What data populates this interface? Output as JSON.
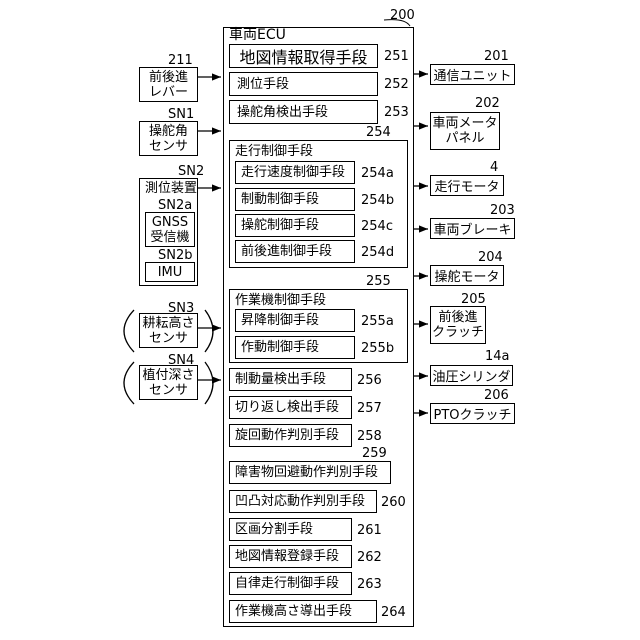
{
  "ecu": {
    "title": "車両ECU",
    "ref": "200"
  },
  "modules": {
    "m251": {
      "label": "地図情報取得手段",
      "ref": "251"
    },
    "m252": {
      "label": "測位手段",
      "ref": "252"
    },
    "m253": {
      "label": "操舵角検出手段",
      "ref": "253"
    },
    "m254": {
      "label": "走行制御手段",
      "ref": "254"
    },
    "m254a": {
      "label": "走行速度制御手段",
      "ref": "254a"
    },
    "m254b": {
      "label": "制動制御手段",
      "ref": "254b"
    },
    "m254c": {
      "label": "操舵制御手段",
      "ref": "254c"
    },
    "m254d": {
      "label": "前後進制御手段",
      "ref": "254d"
    },
    "m255": {
      "label": "作業機制御手段",
      "ref": "255"
    },
    "m255a": {
      "label": "昇降制御手段",
      "ref": "255a"
    },
    "m255b": {
      "label": "作動制御手段",
      "ref": "255b"
    },
    "m256": {
      "label": "制動量検出手段",
      "ref": "256"
    },
    "m257": {
      "label": "切り返し検出手段",
      "ref": "257"
    },
    "m258": {
      "label": "旋回動作判別手段",
      "ref": "258"
    },
    "m259": {
      "label": "障害物回避動作判別手段",
      "ref": "259"
    },
    "m260": {
      "label": "凹凸対応動作判別手段",
      "ref": "260"
    },
    "m261": {
      "label": "区画分割手段",
      "ref": "261"
    },
    "m262": {
      "label": "地図情報登録手段",
      "ref": "262"
    },
    "m263": {
      "label": "自律走行制御手段",
      "ref": "263"
    },
    "m264": {
      "label": "作業機高さ導出手段",
      "ref": "264"
    }
  },
  "inputs": {
    "lever": {
      "label": "前後進\nレバー",
      "ref": "211"
    },
    "steer": {
      "label": "操舵角\nセンサ",
      "ref": "SN1"
    },
    "pos": {
      "label": "測位装置",
      "ref": "SN2"
    },
    "gnss": {
      "label": "GNSS\n受信機",
      "ref": "SN2a"
    },
    "imu": {
      "label": "IMU",
      "ref": "SN2b"
    },
    "till": {
      "label": "耕耘高さ\nセンサ",
      "ref": "SN3"
    },
    "plant": {
      "label": "植付深さ\nセンサ",
      "ref": "SN4"
    }
  },
  "outputs": {
    "comm": {
      "label": "通信ユニット",
      "ref": "201"
    },
    "meter": {
      "label": "車両メータ\nパネル",
      "ref": "202"
    },
    "motor": {
      "label": "走行モータ",
      "ref": "4"
    },
    "brake": {
      "label": "車両ブレーキ",
      "ref": "203"
    },
    "steermotor": {
      "label": "操舵モータ",
      "ref": "204"
    },
    "clutch": {
      "label": "前後進\nクラッチ",
      "ref": "205"
    },
    "cyl": {
      "label": "油圧シリンダ",
      "ref": "14a"
    },
    "pto": {
      "label": "PTOクラッチ",
      "ref": "206"
    }
  }
}
